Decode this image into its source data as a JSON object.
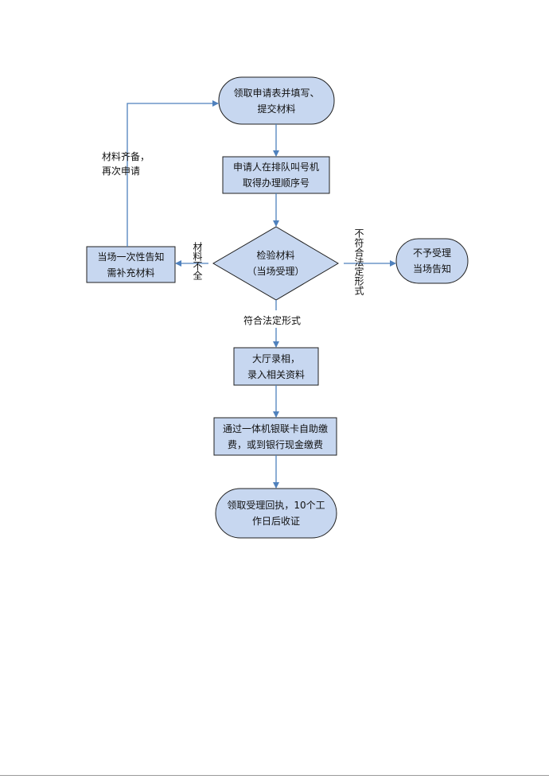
{
  "colors": {
    "node_fill": "#c7d7f0",
    "node_stroke": "#1f1f1f",
    "arrow": "#4f81bd"
  },
  "nodes": {
    "start": {
      "lines": [
        "领取申请表并填写、",
        "提交材料"
      ]
    },
    "queue": {
      "lines": [
        "申请人在排队叫号机",
        "取得办理顺序号"
      ]
    },
    "check": {
      "lines": [
        "检验材料",
        "（当场受理）"
      ]
    },
    "notify_supplement": {
      "lines": [
        "当场一次性告知",
        "需补充材料"
      ]
    },
    "reject": {
      "lines": [
        "不予受理",
        "当场告知"
      ]
    },
    "record": {
      "lines": [
        "大厅录相，",
        "录入相关资料"
      ]
    },
    "payment": {
      "lines": [
        "通过一体机银联卡自助缴",
        "费，或到银行现金缴费"
      ]
    },
    "end": {
      "lines": [
        "领取受理回执，10个工",
        "作日后收证"
      ]
    }
  },
  "edge_labels": {
    "resubmit": [
      "材料齐备，",
      "再次申请"
    ],
    "incomplete": "材料不全",
    "not_legal_form": "不符合法定形式",
    "legal_form": "符合法定形式"
  }
}
